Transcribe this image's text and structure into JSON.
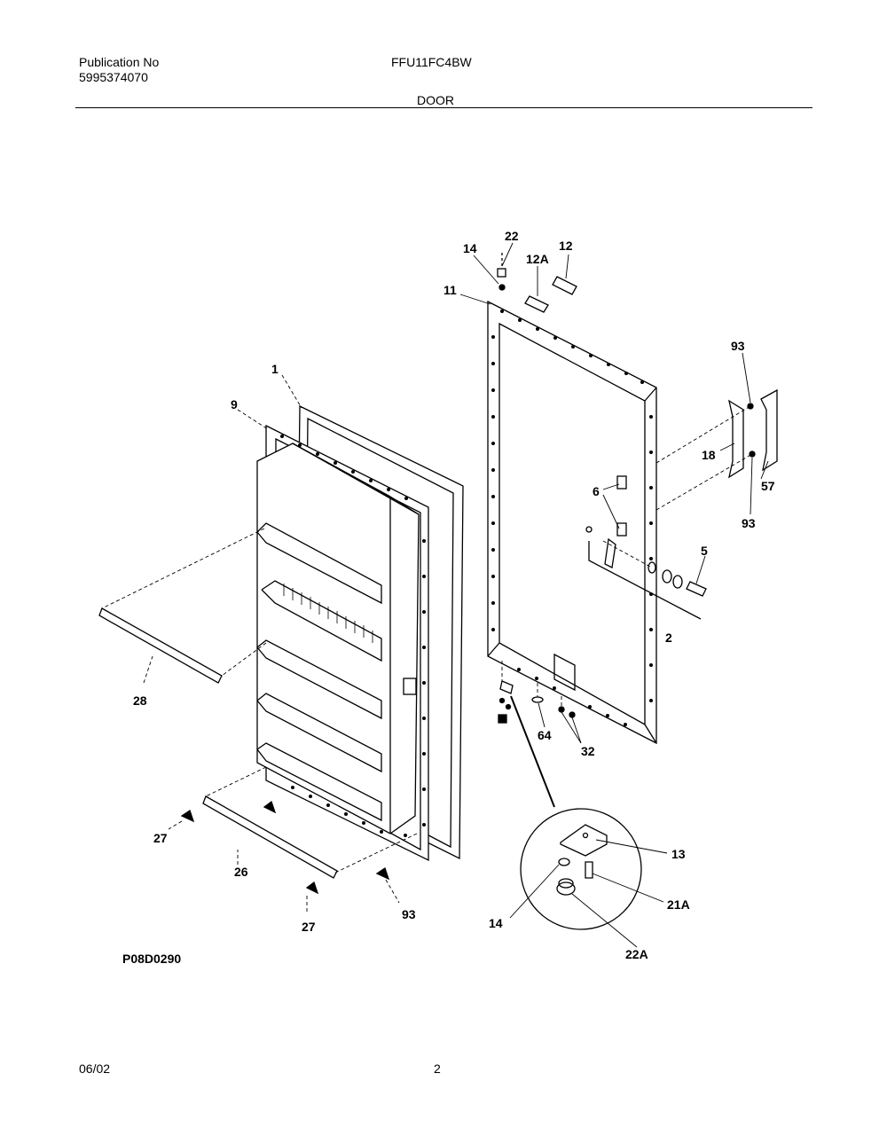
{
  "header": {
    "publication_label": "Publication No",
    "publication_number": "5995374070",
    "model": "FFU11FC4BW",
    "section": "DOOR"
  },
  "diagram": {
    "drawing_code": "P08D0290",
    "callouts": {
      "c1": "1",
      "c9": "9",
      "c11": "11",
      "c14a": "14",
      "c22": "22",
      "c12A": "12A",
      "c12": "12",
      "c93a": "93",
      "c18": "18",
      "c57": "57",
      "c93b": "93",
      "c6": "6",
      "c5": "5",
      "c2": "2",
      "c28": "28",
      "c64": "64",
      "c32": "32",
      "c13": "13",
      "c21A": "21A",
      "c14b": "14",
      "c22A": "22A",
      "c27a": "27",
      "c26": "26",
      "c27b": "27",
      "c93c": "93"
    }
  },
  "footer": {
    "date": "06/02",
    "page": "2"
  }
}
